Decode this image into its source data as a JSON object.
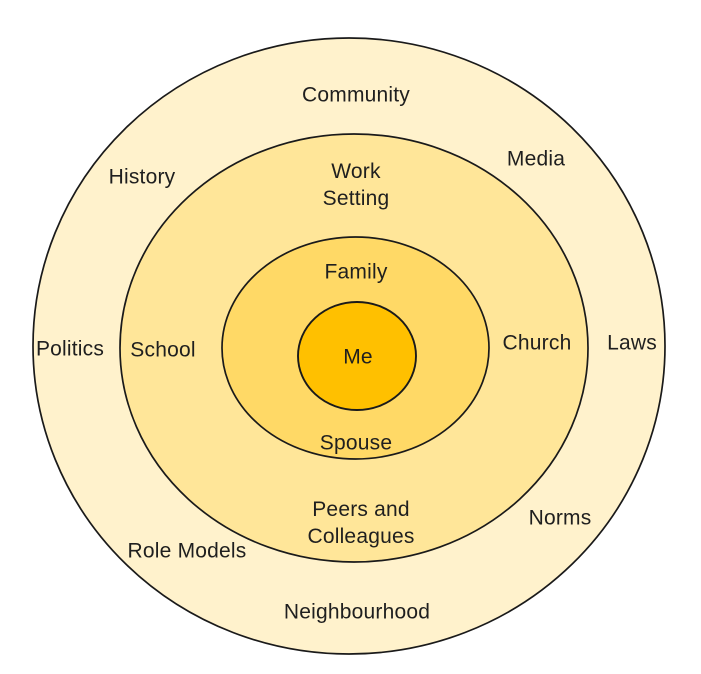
{
  "diagram": {
    "type": "concentric-ellipses",
    "outline_color": "#1A1A1A",
    "rings": [
      {
        "id": "outer",
        "fill": "#FFF2CC",
        "labels": [
          "Community",
          "Media",
          "History",
          "Politics",
          "Laws",
          "Norms",
          "Role Models",
          "Neighbourhood"
        ]
      },
      {
        "id": "middle",
        "fill": "#FFE699",
        "labels": [
          "Work Setting",
          "School",
          "Church",
          "Peers and Colleagues"
        ]
      },
      {
        "id": "inner",
        "fill": "#FFD966",
        "labels": [
          "Family",
          "Spouse"
        ]
      },
      {
        "id": "center",
        "fill": "#FFC000",
        "labels": [
          "Me"
        ]
      }
    ],
    "labels": {
      "community": "Community",
      "media": "Media",
      "history": "History",
      "work_setting_line1": "Work",
      "work_setting_line2": "Setting",
      "laws": "Laws",
      "politics": "Politics",
      "school": "School",
      "church": "Church",
      "family": "Family",
      "me": "Me",
      "spouse": "Spouse",
      "peers_line1": "Peers and",
      "peers_line2": "Colleagues",
      "norms": "Norms",
      "role_models": "Role Models",
      "neighbourhood": "Neighbourhood"
    }
  }
}
